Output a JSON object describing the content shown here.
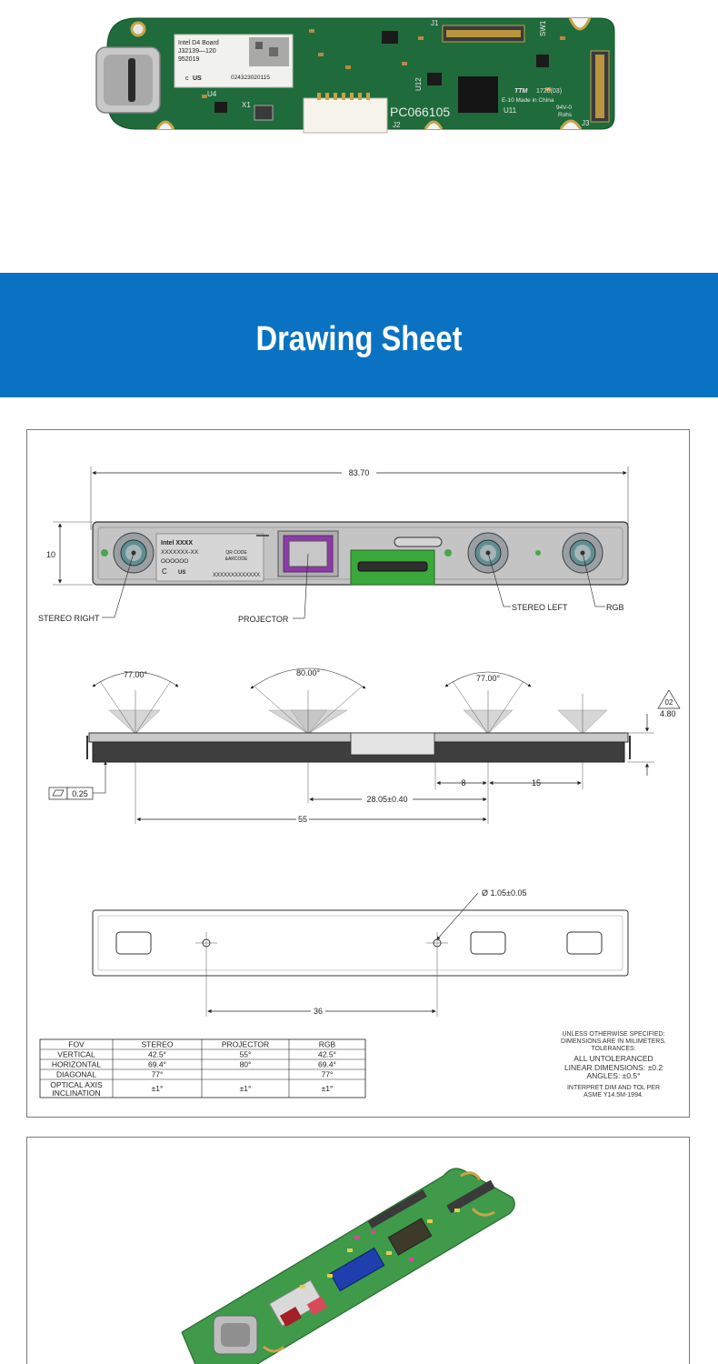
{
  "banner": {
    "title": "Drawing Sheet"
  },
  "pcb_photo": {
    "sticker": {
      "line1": "Intel D4 Board",
      "line2": "J32139—120",
      "line3": "952019",
      "serial": "024323020115"
    },
    "silkscreen": {
      "part_no": "PC066105",
      "j1": "J1",
      "j2": "J2",
      "j3": "J3",
      "u4": "U4",
      "u11": "U11",
      "u12": "U12",
      "x1": "X1",
      "sw1": "SW1",
      "ttm": "TTM",
      "date": "1720(03)",
      "made": "E-10 Made in China",
      "rating": "94V-0",
      "rohs": "Rohs"
    }
  },
  "drawing": {
    "dims": {
      "overall_length": "83.70",
      "height": "10",
      "stereo_fov": "77.00°",
      "projector_fov": "80.00°",
      "stereo_fov_2": "77.00°",
      "flatness": "0.25",
      "datum": "02",
      "thickness": "4.80",
      "d8": "8",
      "d15": "15",
      "d28": "28.05±0.40",
      "d55": "55",
      "hole": "Ø 1.05±0.05",
      "d36": "36"
    },
    "callouts": {
      "stereo_right": "STEREO RIGHT",
      "projector": "PROJECTOR",
      "stereo_left": "STEREO LEFT",
      "rgb": "RGB"
    },
    "module_label": {
      "l1": "Intel XXXX",
      "l2": "XXXXXXX-XX",
      "l3": "OOOOOO",
      "l4": "XXXXXXXXXXXXX",
      "qr1": "QR CODE",
      "qr2": "&ARCODE",
      "us": "US"
    },
    "fov_table": {
      "headers": [
        "FOV",
        "STEREO",
        "PROJECTOR",
        "RGB"
      ],
      "rows": [
        [
          "VERTICAL",
          "42.5°",
          "55°",
          "42.5°"
        ],
        [
          "HORIZONTAL",
          "69.4°",
          "80°",
          "69.4°"
        ],
        [
          "DIAGONAL",
          "77°",
          "",
          "77°"
        ],
        [
          "OPTICAL AXIS INCLINATION",
          "±1°",
          "±1°",
          "±1°"
        ]
      ]
    },
    "notes": [
      "UNLESS OTHERWISE SPECIFIED:",
      "DIMENSIONS ARE IN MILIMETERS.",
      "TOLERANCES:",
      "ALL UNTOLERANCED",
      "LINEAR DIMENSIONS: ±0.2",
      "ANGLES: ±0.5°",
      "INTERPRET DIM AND TOL PER",
      "ASME Y14.5M-1994."
    ]
  }
}
